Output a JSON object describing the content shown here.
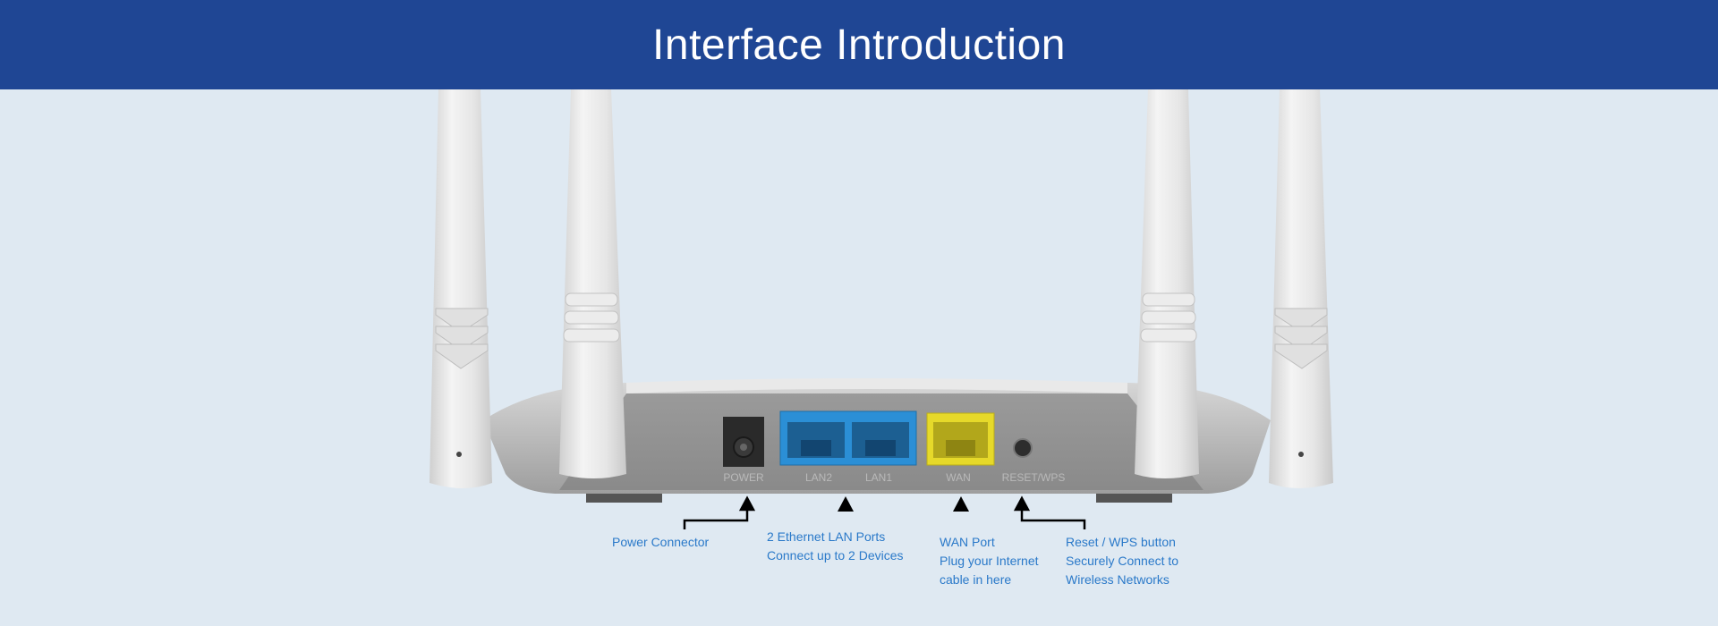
{
  "header": {
    "title": "Interface Introduction"
  },
  "colors": {
    "banner": "#1f4694",
    "background": "#dfe9f2",
    "callout_text": "#2a79c9",
    "lan_ports": "#2b8fd6",
    "wan_port": "#e6d92a"
  },
  "router": {
    "port_labels": {
      "power": "POWER",
      "lan2": "LAN2",
      "lan1": "LAN1",
      "wan": "WAN",
      "reset_wps": "RESET/WPS"
    }
  },
  "callouts": {
    "power": {
      "line1": "Power Connector"
    },
    "lan": {
      "line1": "2 Ethernet LAN Ports",
      "line2": "Connect up to 2 Devices"
    },
    "wan": {
      "line1": "WAN Port",
      "line2": "Plug your Internet",
      "line3": "cable in here"
    },
    "reset": {
      "line1": "Reset / WPS button",
      "line2": "Securely Connect to",
      "line3": "Wireless Networks"
    }
  }
}
